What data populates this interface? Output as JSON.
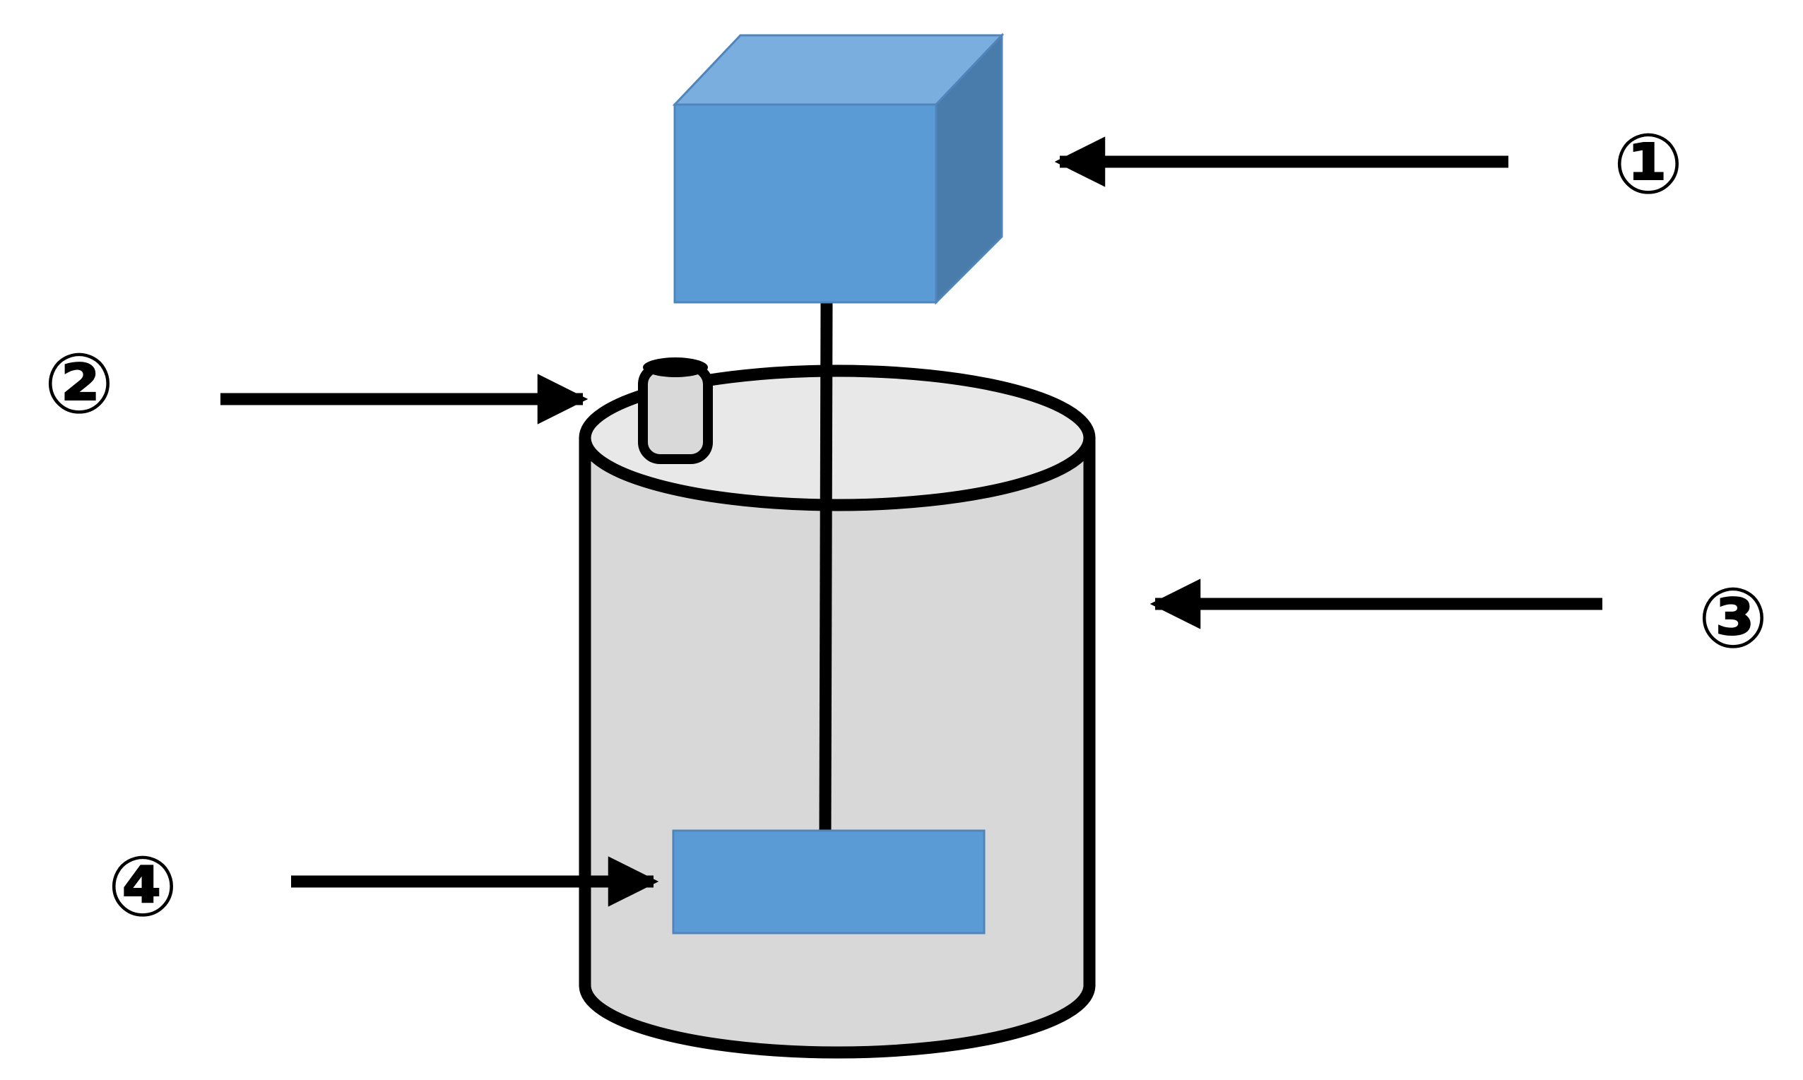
{
  "colors": {
    "motor_front": "#5b9bd5",
    "motor_top": "#7aaede",
    "motor_side": "#4a7cab",
    "motor_edge": "#4f85ba",
    "vessel_body": "#d8d8d8",
    "vessel_top": "#e8e8e8",
    "outline": "#000000",
    "impeller": "#5b9bd5",
    "sensor": "#d9d9d9"
  },
  "components": [
    {
      "id": "motor",
      "icon": "blue-cube-motor"
    },
    {
      "id": "sensor-port",
      "icon": "small-cylinder-port"
    },
    {
      "id": "vessel",
      "icon": "cylindrical-tank"
    },
    {
      "id": "impeller",
      "icon": "blue-rectangular-impeller"
    }
  ],
  "callouts": [
    {
      "label": "①",
      "target": "motor"
    },
    {
      "label": "②",
      "target": "sensor-port"
    },
    {
      "label": "③",
      "target": "vessel"
    },
    {
      "label": "④",
      "target": "impeller"
    }
  ]
}
